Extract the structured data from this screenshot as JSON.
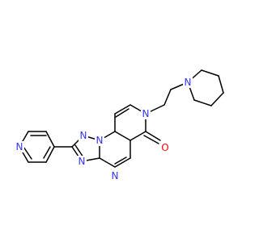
{
  "colors": {
    "background": "#ffffff",
    "bond": "#000000",
    "nitrogen": "#3333ff",
    "oxygen": "#ff0000"
  },
  "atoms": [
    {
      "id": "n_piperidine",
      "element": "N",
      "label": "N"
    },
    {
      "id": "n_lactam",
      "element": "N",
      "label": "N"
    },
    {
      "id": "o_carbonyl",
      "element": "O",
      "label": "O"
    },
    {
      "id": "n_triazole_1",
      "element": "N",
      "label": "N"
    },
    {
      "id": "n_triazole_2",
      "element": "N",
      "label": "N"
    },
    {
      "id": "n_triazole_4",
      "element": "N",
      "label": "N"
    },
    {
      "id": "n_pyrimidine",
      "element": "N",
      "label": "N"
    },
    {
      "id": "n_pyridine",
      "element": "N",
      "label": "N"
    }
  ]
}
